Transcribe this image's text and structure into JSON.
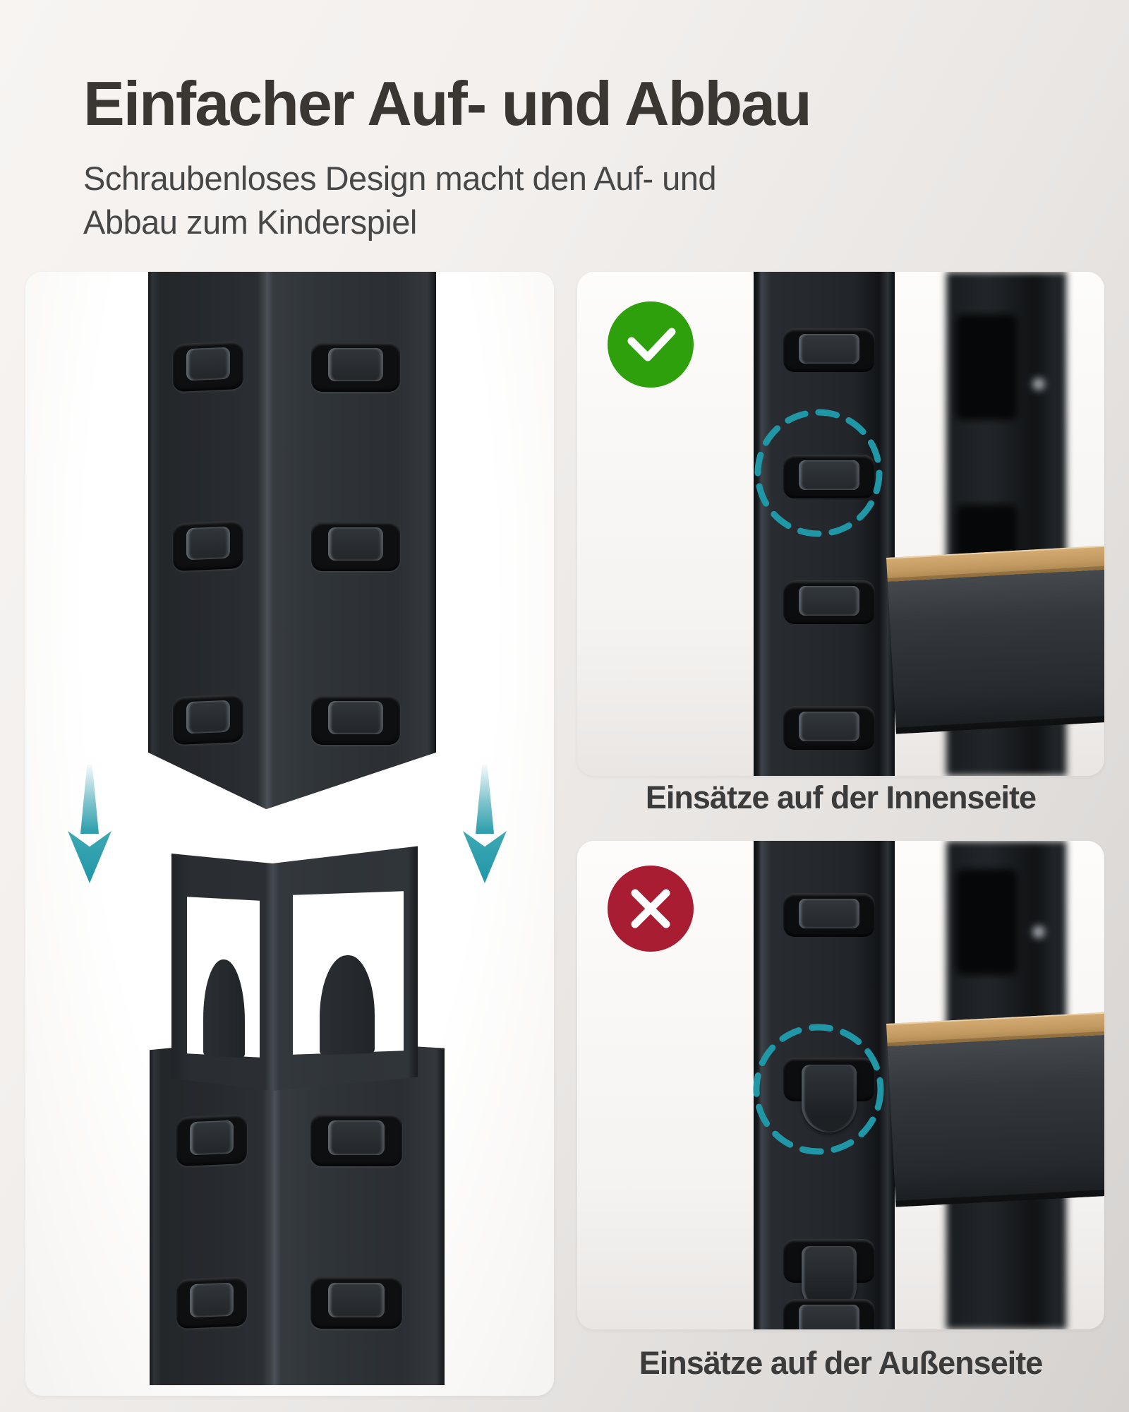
{
  "header": {
    "title": "Einfacher Auf- und Abbau",
    "subtitle": "Schraubenloses Design macht den Auf- und\nAbbau zum Kinderspiel"
  },
  "cards": {
    "inner": {
      "caption": "Einsätze auf der Innenseite",
      "badge": "check-icon"
    },
    "outer": {
      "caption": "Einsätze auf der Außenseite",
      "badge": "cross-icon"
    },
    "assembly": {
      "arrow_icon": "down-arrow-icon",
      "highlight_icon": "dashed-circle-icon"
    }
  },
  "colors": {
    "ok_green": "#2da00c",
    "bad_red": "#a81d31",
    "accent_teal": "#1f97a7",
    "wood": "#c9a268",
    "title_text": "#3a3632",
    "body_text": "#474747",
    "caption_text": "#3b3b3b"
  }
}
